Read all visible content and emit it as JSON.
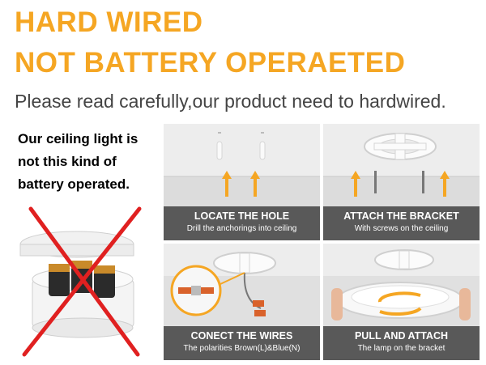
{
  "heading": {
    "line1": "HARD WIRED",
    "line2": "NOT BATTERY OPERAETED",
    "subtitle": "Please read carefully,our product need to hardwired."
  },
  "warning": {
    "line1": "Our ceiling light is",
    "line2": "not this kind of",
    "line3": "battery operated."
  },
  "battery_figure": {
    "icon": "crossed-out-battery-light-icon",
    "cross_color": "#e02020"
  },
  "steps": [
    {
      "title": "LOCATE THE HOLE",
      "subtitle": "Drill the anchorings into ceiling"
    },
    {
      "title": "ATTACH THE BRACKET",
      "subtitle": "With screws on the ceiling"
    },
    {
      "title": "CONECT THE WIRES",
      "subtitle": "The polarities Brown(L)&Blue(N)"
    },
    {
      "title": "PULL AND ATTACH",
      "subtitle": "The lamp on the bracket"
    }
  ],
  "colors": {
    "accent": "#f5a623",
    "caption_bg": "#464646"
  }
}
